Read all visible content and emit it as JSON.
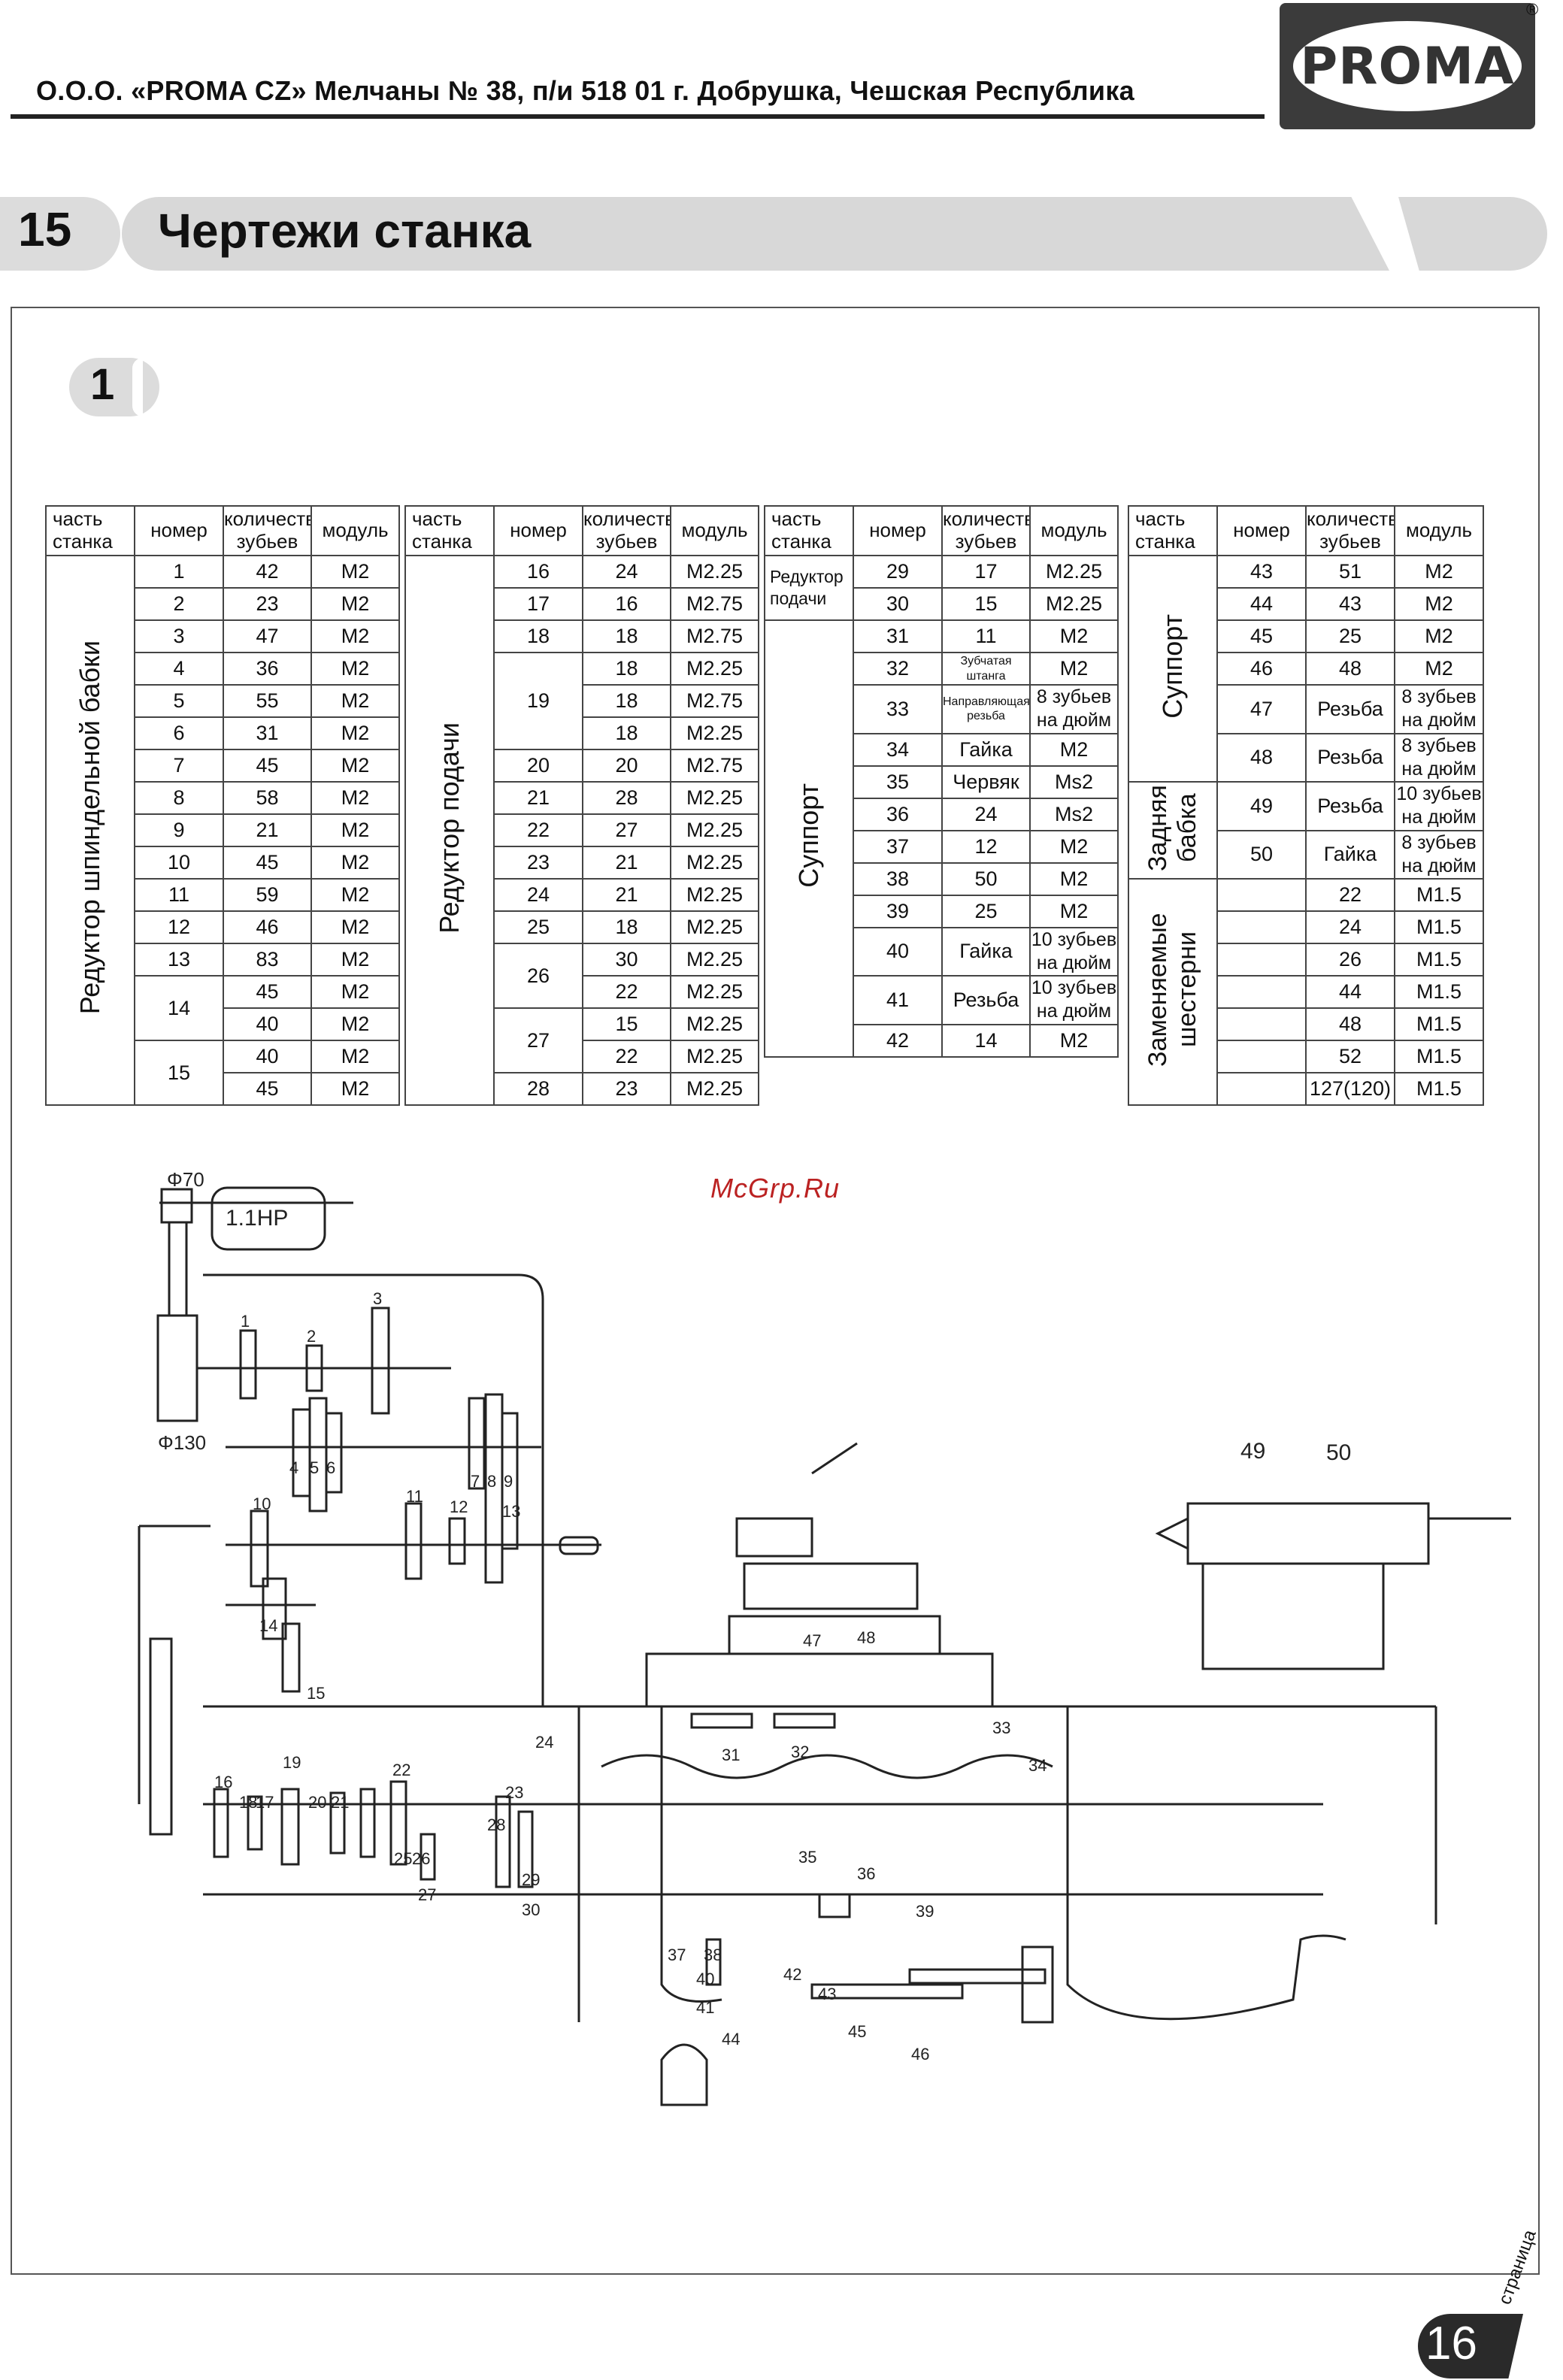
{
  "header": {
    "company_line": "О.О.О. «PROMA CZ» Мелчаны № 38, п/и 518 01 г. Добрушка, Чешская Республика",
    "logo_text": "PROMA",
    "registered_mark": "®"
  },
  "section": {
    "number": "15",
    "title": "Чертежи станка"
  },
  "subsection": {
    "number": "1"
  },
  "table_headers": {
    "part": "часть станка",
    "number": "номер",
    "teeth": "количество зубьев",
    "module": "модуль"
  },
  "tables": {
    "spindle": {
      "group": "Редуктор шпиндельной бабки",
      "rows": [
        [
          "1",
          "42",
          "M2"
        ],
        [
          "2",
          "23",
          "M2"
        ],
        [
          "3",
          "47",
          "M2"
        ],
        [
          "4",
          "36",
          "M2"
        ],
        [
          "5",
          "55",
          "M2"
        ],
        [
          "6",
          "31",
          "M2"
        ],
        [
          "7",
          "45",
          "M2"
        ],
        [
          "8",
          "58",
          "M2"
        ],
        [
          "9",
          "21",
          "M2"
        ],
        [
          "10",
          "45",
          "M2"
        ],
        [
          "11",
          "59",
          "M2"
        ],
        [
          "12",
          "46",
          "M2"
        ],
        [
          "13",
          "83",
          "M2"
        ]
      ],
      "row14": {
        "num": "14",
        "a": [
          "45",
          "M2"
        ],
        "b": [
          "40",
          "M2"
        ]
      },
      "row15": {
        "num": "15",
        "a": [
          "40",
          "M2"
        ],
        "b": [
          "45",
          "M2"
        ]
      }
    },
    "feed": {
      "group": "Редуктор подачи",
      "rows_a": [
        [
          "16",
          "24",
          "M2.25"
        ],
        [
          "17",
          "16",
          "M2.75"
        ],
        [
          "18",
          "18",
          "M2.75"
        ]
      ],
      "row19": {
        "num": "19",
        "sub": [
          [
            "18",
            "M2.25"
          ],
          [
            "18",
            "M2.75"
          ],
          [
            "18",
            "M2.25"
          ]
        ]
      },
      "rows_b": [
        [
          "20",
          "20",
          "M2.75"
        ],
        [
          "21",
          "28",
          "M2.25"
        ],
        [
          "22",
          "27",
          "M2.25"
        ],
        [
          "23",
          "21",
          "M2.25"
        ],
        [
          "24",
          "21",
          "M2.25"
        ],
        [
          "25",
          "18",
          "M2.25"
        ]
      ],
      "row26": {
        "num": "26",
        "sub": [
          [
            "30",
            "M2.25"
          ],
          [
            "22",
            "M2.25"
          ]
        ]
      },
      "row27": {
        "num": "27",
        "sub": [
          [
            "15",
            "M2.25"
          ],
          [
            "22",
            "M2.25"
          ]
        ]
      },
      "row28": [
        "28",
        "23",
        "M2.25"
      ]
    },
    "carriage": {
      "group_feed": "Редуктор подачи",
      "group": "Суппорт",
      "rows_a": [
        [
          "29",
          "17",
          "M2.25"
        ],
        [
          "30",
          "15",
          "M2.25"
        ],
        [
          "31",
          "11",
          "M2"
        ]
      ],
      "row32": {
        "num": "32",
        "teeth": "Зубчатая штанга",
        "module": "M2"
      },
      "row33": {
        "num": "33",
        "teeth": "Направляющая резьба",
        "module": "8 зубьев на дюйм"
      },
      "rows_b": [
        [
          "34",
          "Гайка",
          "M2"
        ],
        [
          "35",
          "Червяк",
          "Ms2"
        ],
        [
          "36",
          "24",
          "Ms2"
        ],
        [
          "37",
          "12",
          "M2"
        ],
        [
          "38",
          "50",
          "M2"
        ],
        [
          "39",
          "25",
          "M2"
        ]
      ],
      "row40": {
        "num": "40",
        "teeth": "Гайка",
        "module": "10 зубьев на дюйм"
      },
      "row41": {
        "num": "41",
        "teeth": "Резьба",
        "module": "10 зубьев на дюйм"
      },
      "row42": [
        "42",
        "14",
        "M2"
      ]
    },
    "carriage2": {
      "group": "Суппорт",
      "rows": [
        [
          "43",
          "51",
          "M2"
        ],
        [
          "44",
          "43",
          "M2"
        ],
        [
          "45",
          "25",
          "M2"
        ],
        [
          "46",
          "48",
          "M2"
        ]
      ],
      "row47": {
        "num": "47",
        "teeth": "Резьба",
        "module": "8 зубьев на дюйм"
      },
      "row48": {
        "num": "48",
        "teeth": "Резьба",
        "module": "8 зубьев на дюйм"
      },
      "tail_group": "Задняя бабка",
      "row49": {
        "num": "49",
        "teeth": "Резьба",
        "module": "10 зубьев на дюйм"
      },
      "row50": {
        "num": "50",
        "teeth": "Гайка",
        "module": "8 зубьев на дюйм"
      },
      "gears_group": "Заменяемые шестерни",
      "gears": [
        [
          "22",
          "M1.5"
        ],
        [
          "24",
          "M1.5"
        ],
        [
          "26",
          "M1.5"
        ],
        [
          "44",
          "M1.5"
        ],
        [
          "48",
          "M1.5"
        ],
        [
          "52",
          "M1.5"
        ],
        [
          "127(120)",
          "M1.5"
        ]
      ]
    }
  },
  "watermark": "McGrp.Ru",
  "drawing": {
    "motor_label": "1.1HP",
    "pulley_small": "Φ70",
    "pulley_big": "Φ130",
    "labels": [
      "1",
      "2",
      "3",
      "4",
      "5",
      "6",
      "7",
      "8",
      "9",
      "10",
      "11",
      "12",
      "13",
      "14",
      "15",
      "16",
      "17",
      "18",
      "19",
      "20",
      "21",
      "22",
      "23",
      "24",
      "25",
      "26",
      "27",
      "28",
      "29",
      "30",
      "31",
      "32",
      "33",
      "34",
      "35",
      "36",
      "37",
      "38",
      "39",
      "40",
      "41",
      "42",
      "43",
      "44",
      "45",
      "46",
      "47",
      "48",
      "49",
      "50"
    ]
  },
  "footer": {
    "page_number": "16",
    "page_label": "страница"
  }
}
